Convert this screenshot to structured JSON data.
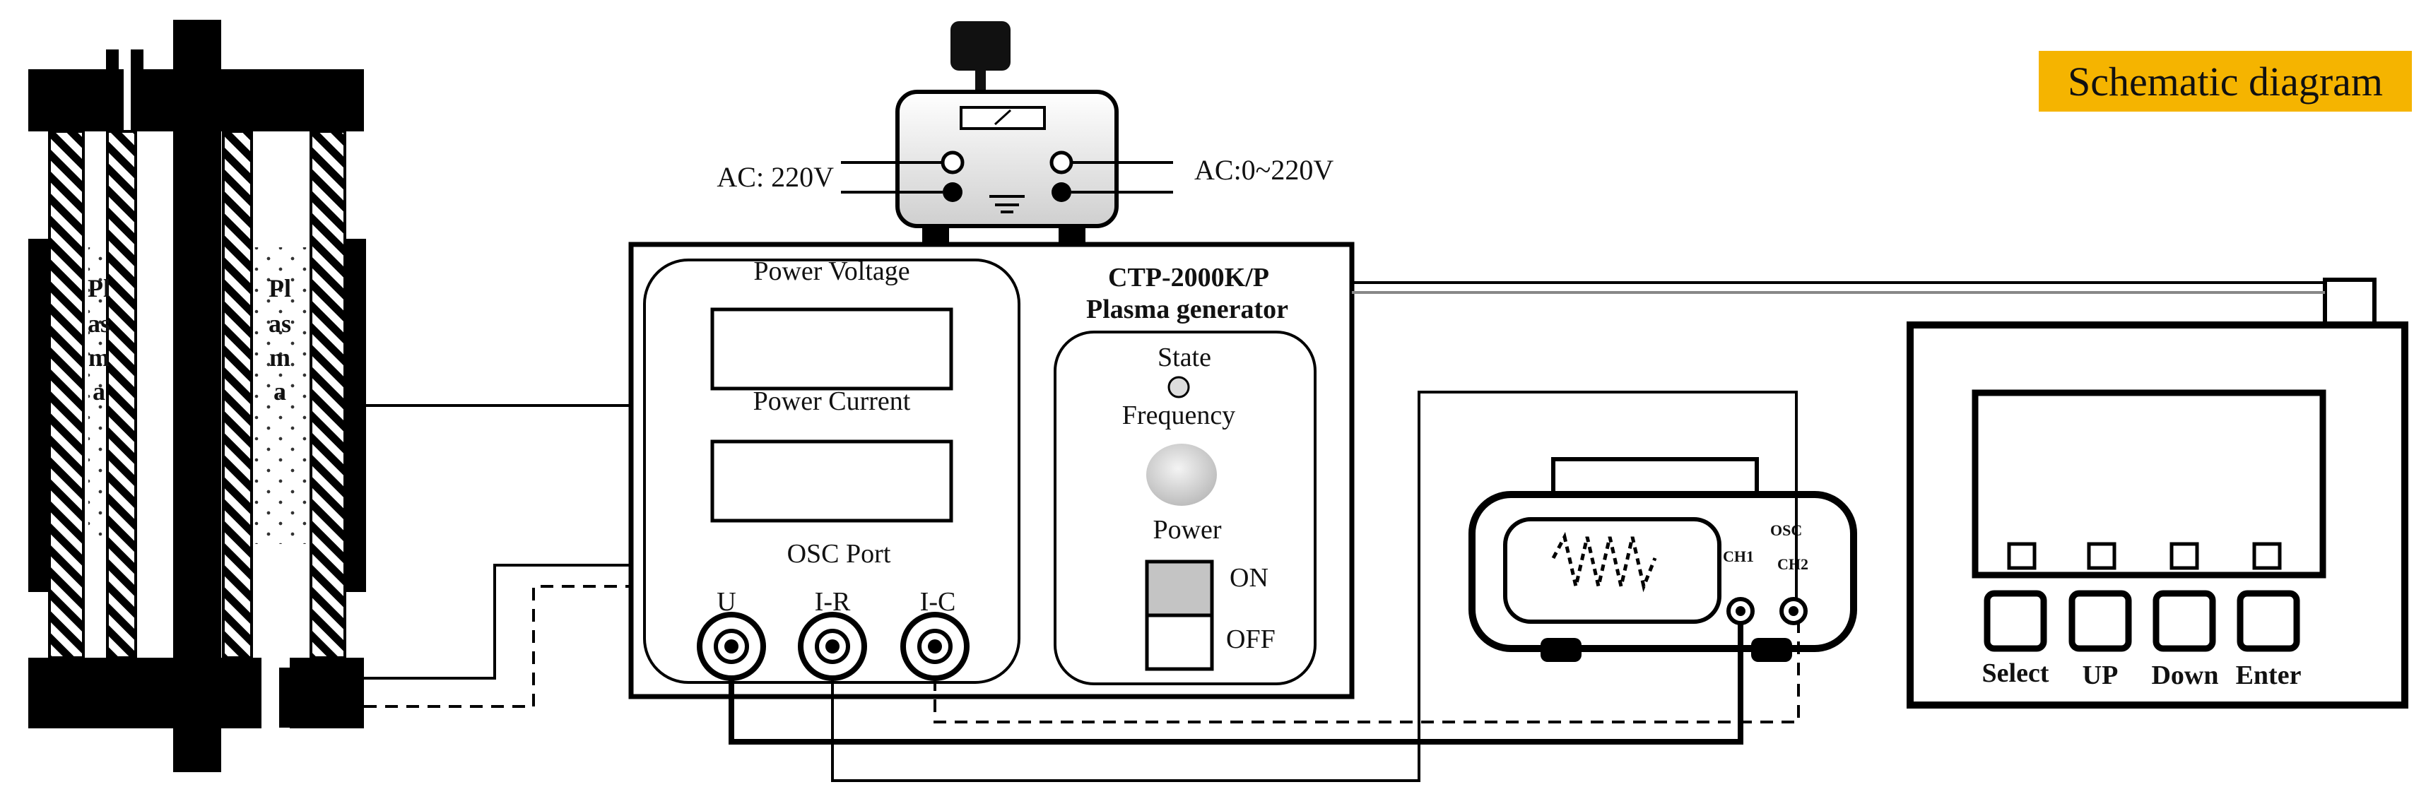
{
  "badge": {
    "label": "Schematic diagram",
    "color": "#f5b400"
  },
  "reactor": {
    "plasma_label_left": [
      "Pl",
      "as",
      "m",
      "a"
    ],
    "plasma_label_right": [
      "Pl",
      "as",
      "m",
      "a"
    ]
  },
  "transformer": {
    "input_label": "AC: 220V",
    "output_label": "AC:0~220V"
  },
  "generator": {
    "model": "CTP-2000K/P",
    "name": "Plasma generator",
    "power_voltage_label": "Power Voltage",
    "power_current_label": "Power Current",
    "osc_port_label": "OSC Port",
    "ports": [
      "U",
      "I-R",
      "I-C"
    ],
    "state_label": "State",
    "frequency_label": "Frequency",
    "power_label": "Power",
    "on_label": "ON",
    "off_label": "OFF"
  },
  "oscilloscope": {
    "osc_label": "OSC",
    "ch1_label": "CH1",
    "ch2_label": "CH2"
  },
  "controller": {
    "buttons": [
      "Select",
      "UP",
      "Down",
      "Enter"
    ]
  }
}
